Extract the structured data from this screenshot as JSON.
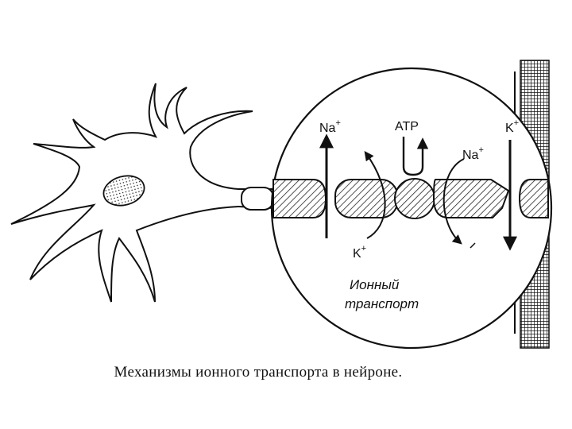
{
  "labels": {
    "na_left": "Na",
    "na_left_sup": "+",
    "atp": "ATP",
    "na_right": "Na",
    "na_right_sup": "+",
    "k_right": "K",
    "k_right_sup": "+",
    "k_lower": "K",
    "k_lower_sup": "+",
    "ion_transport_line1": "Ионный",
    "ion_transport_line2": "транспорт"
  },
  "caption": "Механизмы ионного транспорта в нейроне."
}
